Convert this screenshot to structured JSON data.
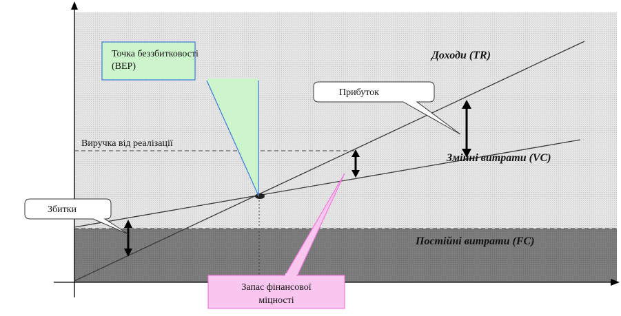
{
  "diagram": {
    "labels": {
      "revenue": "Доходи (TR)",
      "variable_costs": "Змінні витрати (VC)",
      "fixed_costs": "Постійні витрати (FC)",
      "sales_revenue": "Виручка від реалізації"
    },
    "callouts": {
      "bep_line1": "Точка беззбитковості",
      "bep_line2": "(BEP)",
      "profit": "Прибуток",
      "loss": "Збитки",
      "safety_line1": "Запас фінансової",
      "safety_line2": "міцності"
    },
    "colors": {
      "upper_area": "#e2e2e2",
      "fixed_area": "#7a7a7a",
      "bep_box": "#ccf5cc",
      "bep_border": "#3a78d8",
      "safety_box": "#f9c6f0",
      "safety_border": "#f07ad8",
      "line": "#3a3a3a"
    }
  }
}
